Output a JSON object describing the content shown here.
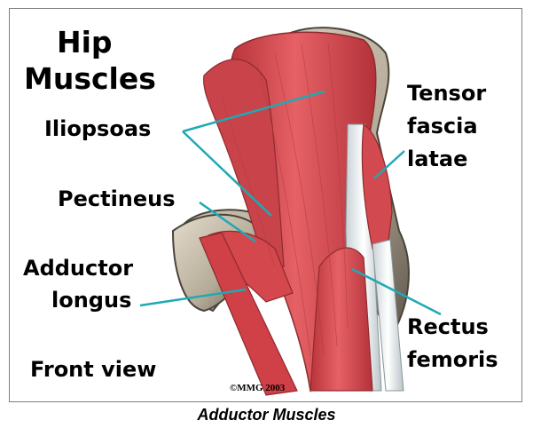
{
  "title_line1": "Hip",
  "title_line2": "Muscles",
  "labels": {
    "iliopsoas": "Iliopsoas",
    "pectineus": "Pectineus",
    "adductor_line1": "Adductor",
    "adductor_line2": "longus",
    "tensor_line1": "Tensor",
    "tensor_line2": "fascia",
    "tensor_line3": "latae",
    "rectus_line1": "Rectus",
    "rectus_line2": "femoris"
  },
  "view_label": "Front view",
  "copyright": "©MMG 2003",
  "caption": "Adductor Muscles",
  "colors": {
    "muscle": "#d9474b",
    "muscle_dark": "#a42a2e",
    "bone": "#c9bfae",
    "bone_shadow": "#5c5448",
    "tendon": "#eef2f4",
    "leader_line": "#1ea9b5"
  }
}
